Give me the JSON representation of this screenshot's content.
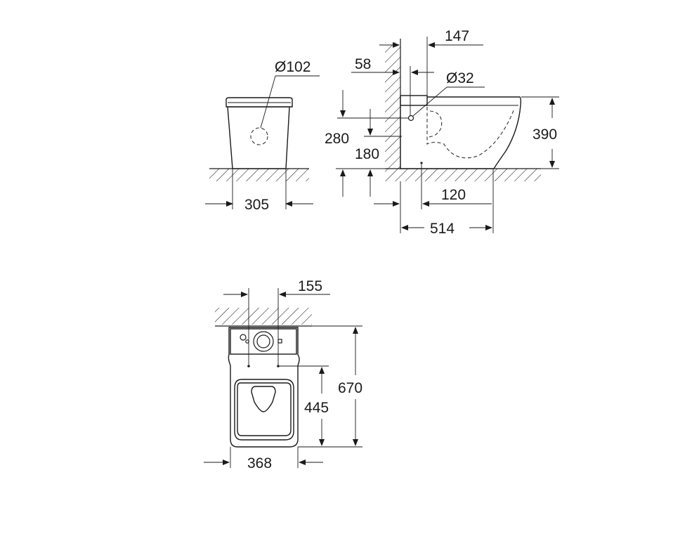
{
  "front_view": {
    "flush_pipe_diameter": "Ø102",
    "width": "305"
  },
  "side_view": {
    "offset_147": "147",
    "offset_58": "58",
    "pipe_diameter": "Ø32",
    "height_280": "280",
    "height_180": "180",
    "height_390": "390",
    "outlet_120": "120",
    "depth_514": "514"
  },
  "top_view": {
    "offset_155": "155",
    "length_670": "670",
    "length_445": "445",
    "width_368": "368"
  },
  "colors": {
    "line": "#1a1a1a",
    "background": "#ffffff"
  }
}
